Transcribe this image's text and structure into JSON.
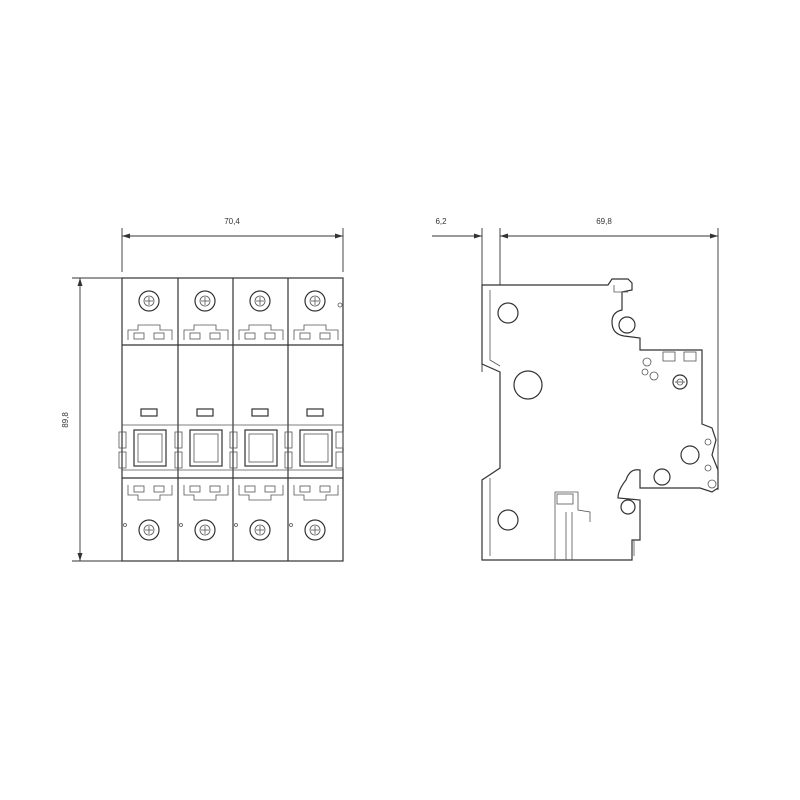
{
  "front_view": {
    "width_label": "70,4",
    "height_label": "89,8"
  },
  "side_view": {
    "offset_label": "6,2",
    "depth_label": "69,8"
  },
  "colors": {
    "line": "#333333",
    "background": "#ffffff"
  }
}
